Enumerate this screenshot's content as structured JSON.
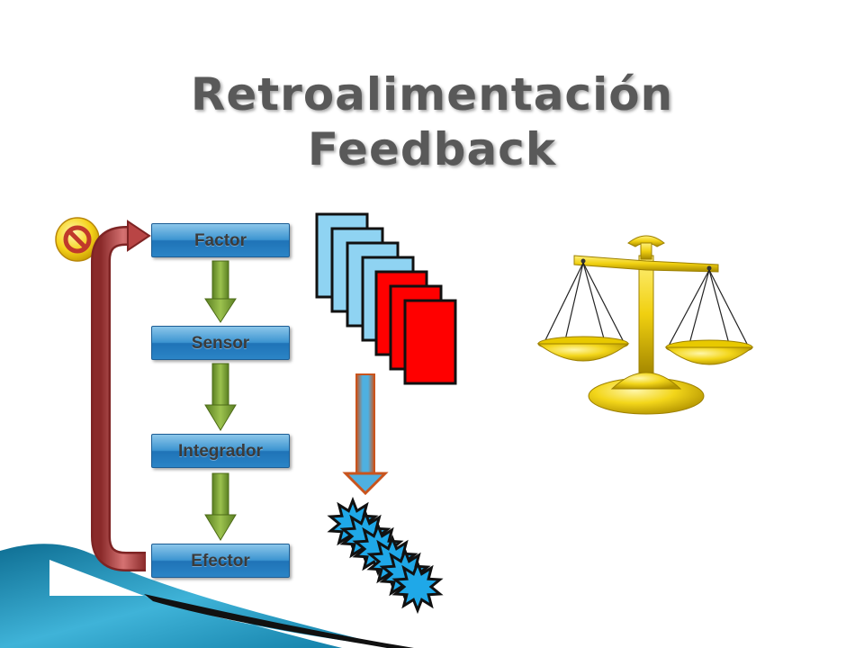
{
  "title": {
    "line1": "Retroalimentación",
    "line2": "Feedback"
  },
  "flow": {
    "steps": [
      {
        "label": "Factor"
      },
      {
        "label": "Sensor"
      },
      {
        "label": "Integrador"
      },
      {
        "label": "Efector"
      }
    ]
  },
  "icons": {
    "no_symbol": "no-symbol-icon",
    "scale": "balance-scale-icon",
    "cards": "stacked-cards-icon",
    "burst": "starburst-icon"
  },
  "colors": {
    "step_blue": "#2b84c6",
    "arrow_green": "#7ba33a",
    "loop_red": "#b94545",
    "card_blue": "#8fd3f2",
    "card_red": "#ff0000",
    "burst_blue": "#1fa8e8",
    "scale_yellow": "#f2d313"
  }
}
